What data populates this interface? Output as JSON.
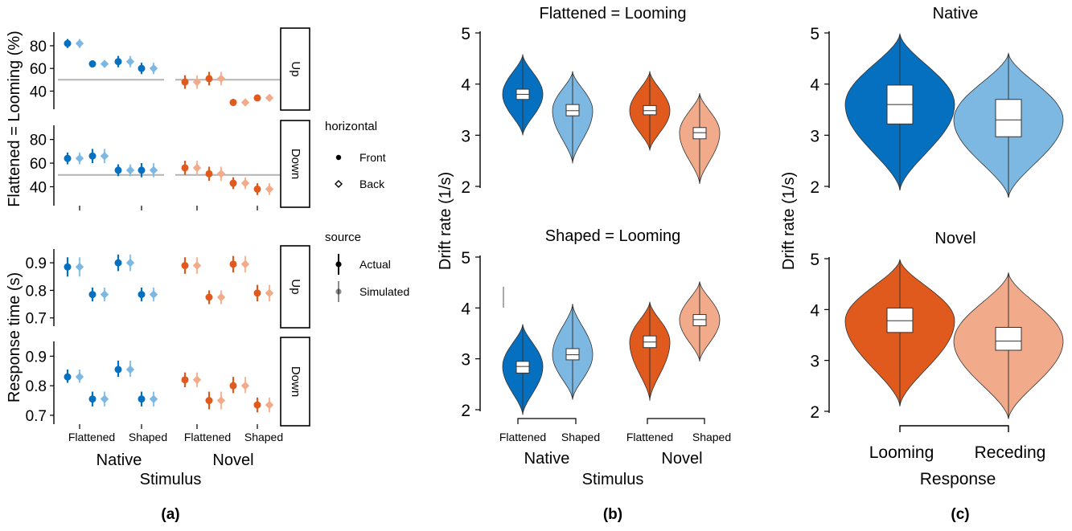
{
  "colors": {
    "native_dark": "#0570c0",
    "native_light": "#7cb8e2",
    "novel_dark": "#e05a1e",
    "novel_light": "#f2ab8a",
    "ref_line": "#b3b3b3"
  },
  "panel_a": {
    "caption": "(a)",
    "y_title_top": "Flattened = Looming (%)",
    "y_title_bottom": "Response time (s)",
    "x_title": "Stimulus",
    "group_labels": [
      "Native",
      "Novel"
    ],
    "level_labels": [
      "Flattened",
      "Shaped"
    ],
    "strip_up": "Up",
    "strip_down": "Down",
    "legend_horizontal": {
      "title": "horizontal",
      "items": [
        "Front",
        "Back"
      ]
    },
    "legend_source": {
      "title": "source",
      "items": [
        "Actual",
        "Simulated"
      ]
    }
  },
  "panel_b": {
    "caption": "(b)",
    "title_top": "Flattened = Looming",
    "title_bottom": "Shaped = Looming",
    "y_title": "Drift rate (1/s)",
    "x_title": "Stimulus",
    "group_labels": [
      "Native",
      "Novel"
    ],
    "level_labels": [
      "Flattened",
      "Shaped"
    ]
  },
  "panel_c": {
    "caption": "(c)",
    "title_top": "Native",
    "title_bottom": "Novel",
    "y_title": "Drift rate (1/s)",
    "x_title": "Response",
    "category_labels": [
      "Looming",
      "Receding"
    ]
  },
  "chart_data": [
    {
      "id": "a-percent",
      "type": "scatter",
      "ylabel": "Flattened = Looming (%)",
      "xlabel": "Stimulus",
      "ylim": [
        24,
        92
      ],
      "yticks": [
        40,
        60,
        80
      ],
      "reference_line": 50,
      "facets": [
        "Up",
        "Down"
      ],
      "groups": [
        "Native",
        "Novel"
      ],
      "levels": [
        "Flattened",
        "Shaped"
      ],
      "horizontal": [
        "Front",
        "Back"
      ],
      "source": [
        "Actual",
        "Simulated"
      ],
      "points": {
        "Up": {
          "Native": [
            {
              "y": 82,
              "lo": 78,
              "hi": 86
            },
            {
              "y": 82,
              "lo": 78,
              "hi": 86
            },
            {
              "y": 64,
              "lo": 61,
              "hi": 67
            },
            {
              "y": 64,
              "lo": 61,
              "hi": 67
            },
            {
              "y": 66,
              "lo": 61,
              "hi": 71
            },
            {
              "y": 66,
              "lo": 61,
              "hi": 71
            },
            {
              "y": 60,
              "lo": 55,
              "hi": 65
            },
            {
              "y": 60,
              "lo": 55,
              "hi": 65
            }
          ],
          "Novel": [
            {
              "y": 48,
              "lo": 42,
              "hi": 54
            },
            {
              "y": 48,
              "lo": 42,
              "hi": 54
            },
            {
              "y": 51,
              "lo": 45,
              "hi": 57
            },
            {
              "y": 51,
              "lo": 45,
              "hi": 57
            },
            {
              "y": 30,
              "lo": 27,
              "hi": 33
            },
            {
              "y": 30,
              "lo": 27,
              "hi": 33
            },
            {
              "y": 34,
              "lo": 31,
              "hi": 37
            },
            {
              "y": 34,
              "lo": 31,
              "hi": 37
            }
          ]
        },
        "Down": {
          "Native": [
            {
              "y": 64,
              "lo": 59,
              "hi": 69
            },
            {
              "y": 64,
              "lo": 59,
              "hi": 69
            },
            {
              "y": 66,
              "lo": 60,
              "hi": 72
            },
            {
              "y": 66,
              "lo": 60,
              "hi": 72
            },
            {
              "y": 54,
              "lo": 49,
              "hi": 59
            },
            {
              "y": 54,
              "lo": 49,
              "hi": 59
            },
            {
              "y": 54,
              "lo": 48,
              "hi": 60
            },
            {
              "y": 54,
              "lo": 48,
              "hi": 60
            }
          ],
          "Novel": [
            {
              "y": 56,
              "lo": 50,
              "hi": 62
            },
            {
              "y": 56,
              "lo": 50,
              "hi": 62
            },
            {
              "y": 51,
              "lo": 45,
              "hi": 57
            },
            {
              "y": 51,
              "lo": 45,
              "hi": 57
            },
            {
              "y": 43,
              "lo": 38,
              "hi": 48
            },
            {
              "y": 43,
              "lo": 38,
              "hi": 48
            },
            {
              "y": 38,
              "lo": 33,
              "hi": 43
            },
            {
              "y": 38,
              "lo": 33,
              "hi": 43
            }
          ]
        }
      }
    },
    {
      "id": "a-rt",
      "type": "scatter",
      "ylabel": "Response time (s)",
      "xlabel": "Stimulus",
      "ylim": [
        0.67,
        0.95
      ],
      "yticks": [
        0.7,
        0.8,
        0.9
      ],
      "facets": [
        "Up",
        "Down"
      ],
      "groups": [
        "Native",
        "Novel"
      ],
      "levels": [
        "Flattened",
        "Shaped"
      ],
      "points": {
        "Up": {
          "Native": [
            {
              "y": 0.885,
              "lo": 0.85,
              "hi": 0.92
            },
            {
              "y": 0.885,
              "lo": 0.85,
              "hi": 0.92
            },
            {
              "y": 0.785,
              "lo": 0.76,
              "hi": 0.81
            },
            {
              "y": 0.785,
              "lo": 0.76,
              "hi": 0.81
            },
            {
              "y": 0.9,
              "lo": 0.87,
              "hi": 0.93
            },
            {
              "y": 0.9,
              "lo": 0.87,
              "hi": 0.93
            },
            {
              "y": 0.785,
              "lo": 0.76,
              "hi": 0.81
            },
            {
              "y": 0.785,
              "lo": 0.76,
              "hi": 0.81
            }
          ],
          "Novel": [
            {
              "y": 0.89,
              "lo": 0.86,
              "hi": 0.92
            },
            {
              "y": 0.89,
              "lo": 0.86,
              "hi": 0.92
            },
            {
              "y": 0.775,
              "lo": 0.75,
              "hi": 0.8
            },
            {
              "y": 0.775,
              "lo": 0.75,
              "hi": 0.8
            },
            {
              "y": 0.895,
              "lo": 0.865,
              "hi": 0.925
            },
            {
              "y": 0.895,
              "lo": 0.865,
              "hi": 0.925
            },
            {
              "y": 0.79,
              "lo": 0.76,
              "hi": 0.82
            },
            {
              "y": 0.79,
              "lo": 0.76,
              "hi": 0.82
            }
          ]
        },
        "Down": {
          "Native": [
            {
              "y": 0.83,
              "lo": 0.81,
              "hi": 0.855
            },
            {
              "y": 0.83,
              "lo": 0.81,
              "hi": 0.855
            },
            {
              "y": 0.755,
              "lo": 0.73,
              "hi": 0.78
            },
            {
              "y": 0.755,
              "lo": 0.73,
              "hi": 0.78
            },
            {
              "y": 0.855,
              "lo": 0.83,
              "hi": 0.885
            },
            {
              "y": 0.855,
              "lo": 0.83,
              "hi": 0.885
            },
            {
              "y": 0.755,
              "lo": 0.73,
              "hi": 0.78
            },
            {
              "y": 0.755,
              "lo": 0.73,
              "hi": 0.78
            }
          ],
          "Novel": [
            {
              "y": 0.82,
              "lo": 0.795,
              "hi": 0.845
            },
            {
              "y": 0.82,
              "lo": 0.795,
              "hi": 0.845
            },
            {
              "y": 0.75,
              "lo": 0.72,
              "hi": 0.78
            },
            {
              "y": 0.75,
              "lo": 0.72,
              "hi": 0.78
            },
            {
              "y": 0.8,
              "lo": 0.775,
              "hi": 0.83
            },
            {
              "y": 0.8,
              "lo": 0.775,
              "hi": 0.83
            },
            {
              "y": 0.735,
              "lo": 0.71,
              "hi": 0.76
            },
            {
              "y": 0.735,
              "lo": 0.71,
              "hi": 0.76
            }
          ]
        }
      }
    },
    {
      "id": "b",
      "type": "violin",
      "ylabel": "Drift rate (1/s)",
      "xlabel": "Stimulus",
      "ylim": [
        2,
        5
      ],
      "yticks": [
        2,
        3,
        4,
        5
      ],
      "facets": [
        "Flattened = Looming",
        "Shaped = Looming"
      ],
      "groups": [
        "Native",
        "Novel"
      ],
      "levels": [
        "Flattened",
        "Shaped"
      ],
      "violins": {
        "Flattened = Looming": [
          {
            "group": "Native",
            "level": "Flattened",
            "min": 3.0,
            "max": 4.58,
            "q1": 3.7,
            "median": 3.8,
            "q3": 3.9
          },
          {
            "group": "Native",
            "level": "Shaped",
            "min": 2.45,
            "max": 4.25,
            "q1": 3.38,
            "median": 3.48,
            "q3": 3.6
          },
          {
            "group": "Novel",
            "level": "Flattened",
            "min": 2.7,
            "max": 4.25,
            "q1": 3.4,
            "median": 3.48,
            "q3": 3.58
          },
          {
            "group": "Novel",
            "level": "Shaped",
            "min": 2.05,
            "max": 3.82,
            "q1": 2.93,
            "median": 3.05,
            "q3": 3.15
          }
        ],
        "Shaped = Looming": [
          {
            "group": "Native",
            "level": "Flattened",
            "min": 1.9,
            "max": 3.68,
            "q1": 2.72,
            "median": 2.85,
            "q3": 2.95
          },
          {
            "group": "Native",
            "level": "Shaped",
            "min": 2.2,
            "max": 4.08,
            "q1": 2.98,
            "median": 3.08,
            "q3": 3.2
          },
          {
            "group": "Novel",
            "level": "Flattened",
            "min": 2.18,
            "max": 4.12,
            "q1": 3.22,
            "median": 3.33,
            "q3": 3.45
          },
          {
            "group": "Novel",
            "level": "Shaped",
            "min": 2.95,
            "max": 4.52,
            "q1": 3.65,
            "median": 3.77,
            "q3": 3.87
          }
        ]
      }
    },
    {
      "id": "c",
      "type": "violin",
      "ylabel": "Drift rate (1/s)",
      "xlabel": "Response",
      "ylim": [
        2,
        5
      ],
      "yticks": [
        2,
        3,
        4,
        5
      ],
      "facets": [
        "Native",
        "Novel"
      ],
      "categories": [
        "Looming",
        "Receding"
      ],
      "violins": {
        "Native": [
          {
            "category": "Looming",
            "min": 1.92,
            "max": 4.98,
            "q1": 3.22,
            "median": 3.6,
            "q3": 3.98
          },
          {
            "category": "Receding",
            "min": 1.78,
            "max": 4.6,
            "q1": 2.97,
            "median": 3.3,
            "q3": 3.7
          }
        ],
        "Novel": [
          {
            "category": "Looming",
            "min": 2.1,
            "max": 4.98,
            "q1": 3.55,
            "median": 3.78,
            "q3": 4.03
          },
          {
            "category": "Receding",
            "min": 1.85,
            "max": 4.72,
            "q1": 3.2,
            "median": 3.38,
            "q3": 3.65
          }
        ]
      }
    }
  ]
}
